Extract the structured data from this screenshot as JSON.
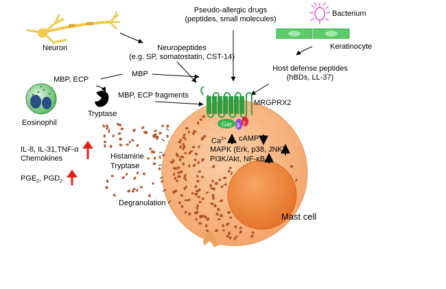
{
  "nodes": {
    "neuron": "Neuron",
    "neuropeptides_line1": "Neuropeptides",
    "neuropeptides_line2": "(e.g. SP, somatostatin, CST-14)",
    "pseudo_line1": "Pseudo-allergic drugs",
    "pseudo_line2": "(peptides, small molecules)",
    "bacterium": "Bacterium",
    "keratinocyte": "Keratinocyte",
    "host_line1": "Host defense peptides",
    "host_line2": "(hBDs, LL-37)",
    "mbp_ecp": "MBP, ECP",
    "mbp": "MBP",
    "mbp_ecp_fragments": "MBP, ECP fragments",
    "tryptase_enzyme": "Tryptase",
    "eosinophil": "Eosinophil",
    "receptor": "MRGPRX2",
    "g_alpha": "Giα",
    "g_beta": "β",
    "g_gamma": "γ",
    "calcium": "Ca",
    "calcium_sup": "2+",
    "camp": "cAMP",
    "mapk": "MAPK (Erk, p38, JNK)",
    "pi3k": "PI3K/Akt, NF-κB",
    "histamine": "Histamine",
    "tryptase_mediator": "Tryptase",
    "degranulation": "Degranulation",
    "mast_cell": "Mast cell",
    "cytokines_line1": "IL-8, IL-31,TNF-α",
    "cytokines_line2": "Chemokines",
    "pge_base": "PGE",
    "pge_sub": "2",
    "pge_sep": ", ",
    "pgd_base": "PGD",
    "pgd_sub": "2"
  },
  "colors": {
    "mast_cell": "#F7B27E",
    "nucleus": "#F08A3C",
    "receptor": "#2E9E44",
    "granule": "#B5562A",
    "up_arrow_red": "#E0201B",
    "neuron": "#F2C94C",
    "keratinocyte": "#5CCB6A",
    "bacterium": "#E054D8",
    "eosinophil": "#2F9E3E",
    "g_alpha": "#33B54A",
    "g_beta": "#8A4FD0",
    "g_gamma": "#E8223A"
  },
  "icons": [
    "neuron-icon",
    "bacterium-icon",
    "keratinocyte-icon",
    "eosinophil-icon",
    "tryptase-enzyme-icon",
    "mrgprx2-receptor-icon",
    "g-protein-icon",
    "mast-cell-icon",
    "nucleus-icon",
    "granule-icon"
  ]
}
